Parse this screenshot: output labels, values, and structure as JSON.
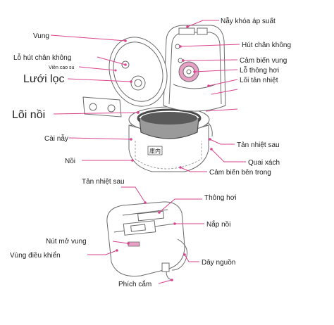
{
  "colors": {
    "leader": "#d9458f",
    "line_art": "#6b6b6b",
    "pot_interior": "#4a4a4a"
  },
  "top_figure": {
    "badge_text": "庫内",
    "labels": {
      "vung": "Vung",
      "lo_hut_chan_khong_left": "Lỗ hút chân không",
      "vien_cao_su": "Viền cao su",
      "luoi_loc": "Lưới lọc",
      "loi_noi": "Lõi nồi",
      "cai_nay": "Cài nẫy",
      "noi": "Nồi",
      "nay_khoa_ap_suat": "Nẫy khóa áp suất",
      "hut_chan_khong": "Hút chân không",
      "cam_bien_vung": "Cảm biến vung",
      "lo_thong_hoi": "Lỗ thông hơi",
      "loi_tan_nhiet": "Lõi tản nhiệt",
      "tan_nhiet_sau": "Tản nhiệt sau",
      "quai_xach": "Quai xách",
      "cam_bien_ben_trong": "Cảm biến bên trong"
    }
  },
  "bottom_figure": {
    "labels": {
      "tan_nhiet_sau": "Tản nhiệt sau",
      "thong_hoi": "Thông hơi",
      "nap_noi": "Nắp nồi",
      "nut_mo_vung": "Nút mở vung",
      "vung_dieu_khien": "Vùng điều khiển",
      "day_nguon": "Dây nguồn",
      "phich_cam": "Phích cắm"
    }
  }
}
